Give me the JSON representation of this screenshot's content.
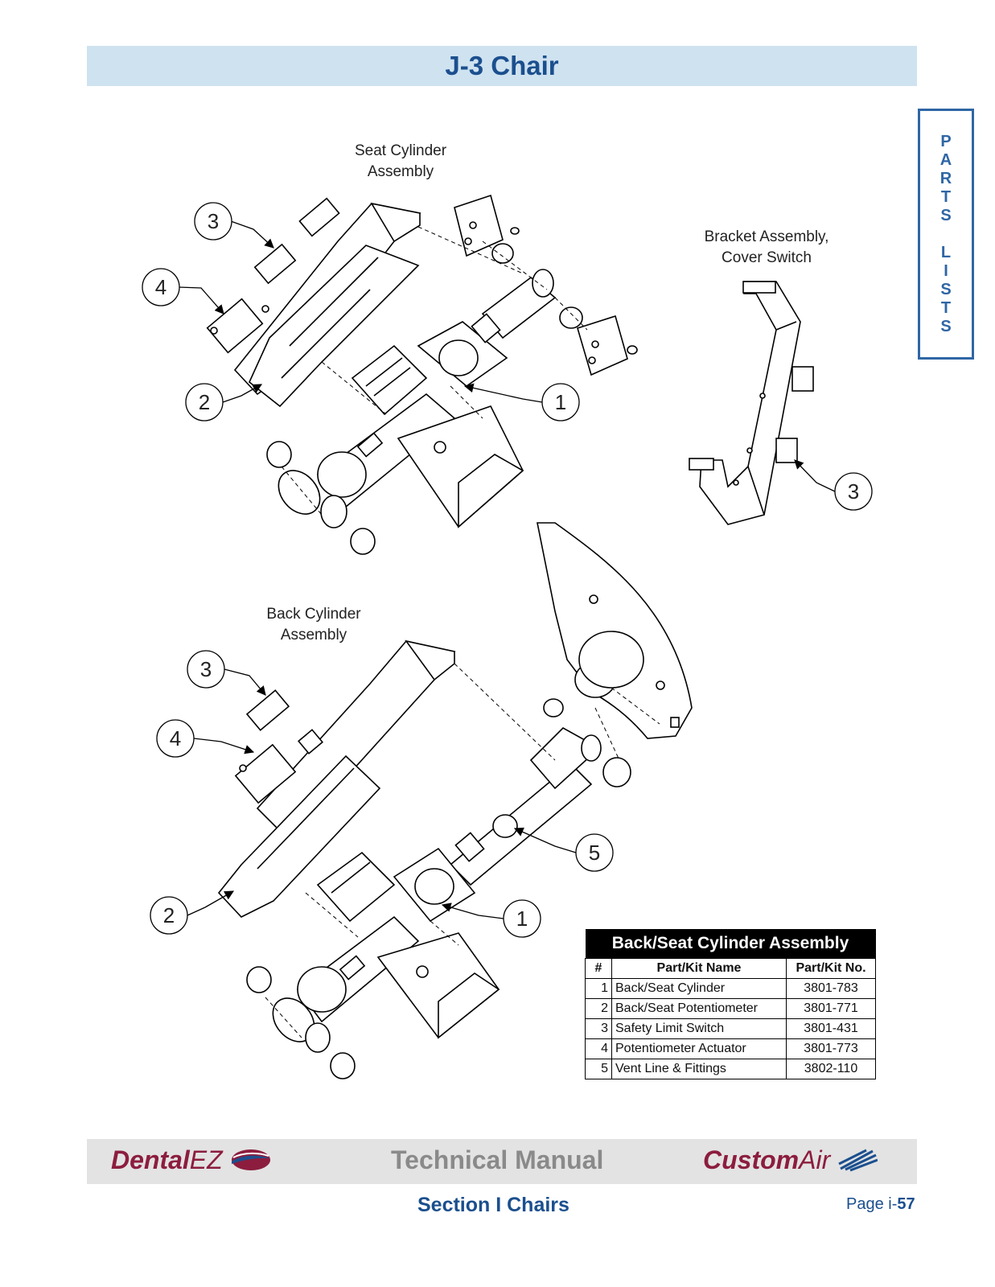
{
  "header": {
    "title": "J-3 Chair"
  },
  "side_tab": {
    "letters": [
      "P",
      "A",
      "R",
      "T",
      "S",
      "",
      "L",
      "I",
      "S",
      "T",
      "S"
    ]
  },
  "diagram": {
    "labels": {
      "seat_line1": "Seat Cylinder",
      "seat_line2": "Assembly",
      "bracket_line1": "Bracket Assembly,",
      "bracket_line2": "Cover Switch",
      "back_line1": "Back Cylinder",
      "back_line2": "Assembly"
    },
    "callouts": {
      "seat": [
        "3",
        "4",
        "2",
        "1"
      ],
      "bracket": [
        "3"
      ],
      "back": [
        "3",
        "4",
        "5",
        "2",
        "1"
      ]
    }
  },
  "parts_table": {
    "caption": "Back/Seat Cylinder Assembly",
    "headers": [
      "#",
      "Part/Kit Name",
      "Part/Kit No."
    ],
    "rows": [
      {
        "num": "1",
        "name": "Back/Seat Cylinder",
        "part": "3801-783"
      },
      {
        "num": "2",
        "name": "Back/Seat Potentiometer",
        "part": "3801-771"
      },
      {
        "num": "3",
        "name": "Safety Limit Switch",
        "part": "3801-431"
      },
      {
        "num": "4",
        "name": "Potentiometer Actuator",
        "part": "3801-773"
      },
      {
        "num": "5",
        "name": "Vent Line & Fittings",
        "part": "3802-110"
      }
    ]
  },
  "footer": {
    "brand_left_main": "Dental",
    "brand_left_suffix": "EZ",
    "center": "Technical Manual",
    "brand_right_main": "Custom",
    "brand_right_suffix": "Air",
    "section": "Section I  Chairs",
    "page_prefix": "Page i-",
    "page_number": "57"
  },
  "colors": {
    "title_bg": "#cfe2f0",
    "title_text": "#1b4f8e",
    "brand": "#8c1d3e",
    "tab_border": "#2f66a5"
  },
  "icons": [
    "dentalez-swoosh-icon",
    "customair-wing-icon"
  ]
}
